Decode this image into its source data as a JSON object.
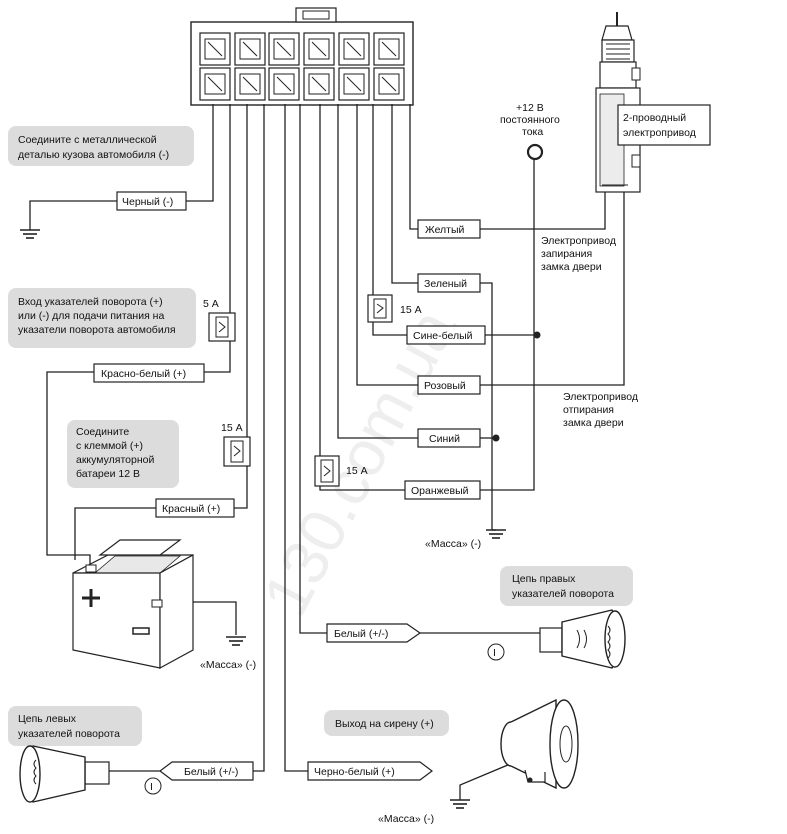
{
  "notes": {
    "connect_body": [
      "Соедините с металлической",
      "деталью кузова автомобиля (-)"
    ],
    "turn_input": [
      "Вход указателей поворота (+)",
      "или (-) для подачи питания на",
      "указатели поворота автомобиля"
    ],
    "battery_note": [
      "Соедините",
      "с клеммой (+)",
      "аккумуляторной",
      "батареи 12 В"
    ],
    "right_turn_circuit": [
      "Цепь правых",
      "указателей поворота"
    ],
    "left_turn_circuit": [
      "Цепь левых",
      "указателей поворота"
    ],
    "siren_out": [
      "Выход на сирену (+)"
    ],
    "actuator_2wire": [
      "2-проводный",
      "электропривод"
    ]
  },
  "wires": {
    "black": "Черный (-)",
    "red_white": "Красно-белый (+)",
    "red": "Красный (+)",
    "yellow": "Желтый",
    "green": "Зеленый",
    "blue_white": "Сине-белый",
    "pink": "Розовый",
    "blue": "Синий",
    "orange": "Оранжевый",
    "white_right": "Белый (+/-)",
    "white_left": "Белый (+/-)",
    "black_white": "Черно-белый (+)"
  },
  "fuses": {
    "f5": "5 А",
    "f15a": "15 А",
    "f15b": "15 А",
    "f15c": "15 А"
  },
  "texts": {
    "plus12_line1": "+12 В",
    "plus12_line2": "постоянного",
    "plus12_line3": "тока",
    "lock_actuator": [
      "Электропривод",
      "запирания",
      "замка двери"
    ],
    "unlock_actuator": [
      "Электропривод",
      "отпирания",
      "замка двери"
    ],
    "mass_1": "«Масса» (-)",
    "mass_2": "«Масса» (-)",
    "mass_3": "«Масса» (-)",
    "lamp_right_symbol": "I",
    "lamp_left_symbol": "I",
    "watermark": "130.com.ua"
  },
  "icons": {
    "connector": "12-pin-connector-icon",
    "battery": "battery-icon",
    "ground": "ground-icon",
    "fuse": "fuse-icon",
    "lamp": "lamp-icon",
    "siren": "siren-icon",
    "actuator": "door-lock-actuator-icon",
    "terminal": "terminal-circle-icon"
  }
}
